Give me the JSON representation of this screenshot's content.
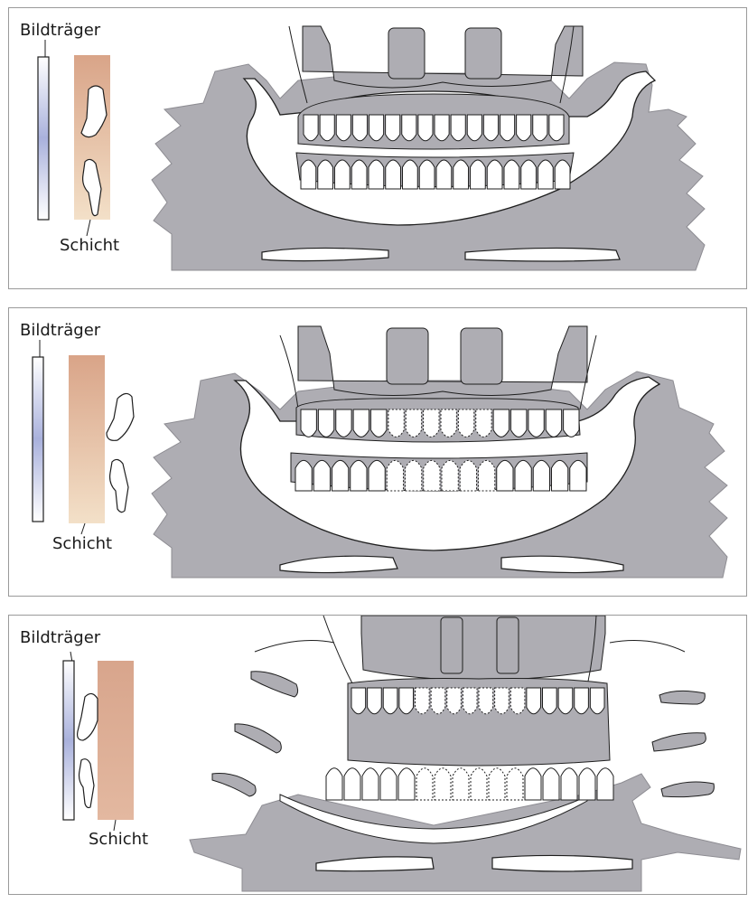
{
  "panels": [
    {
      "receptor_label": "Bildträger",
      "layer_label": "Schicht"
    },
    {
      "receptor_label": "Bildträger",
      "layer_label": "Schicht"
    },
    {
      "receptor_label": "Bildträger",
      "layer_label": "Schicht"
    }
  ],
  "colors": {
    "bone": "#aeadb3",
    "receptor_tint": "#a9b1dc",
    "layer_top": "#d9a488",
    "layer_bottom": "#f3e0c8",
    "outline": "#1e1e1e"
  }
}
